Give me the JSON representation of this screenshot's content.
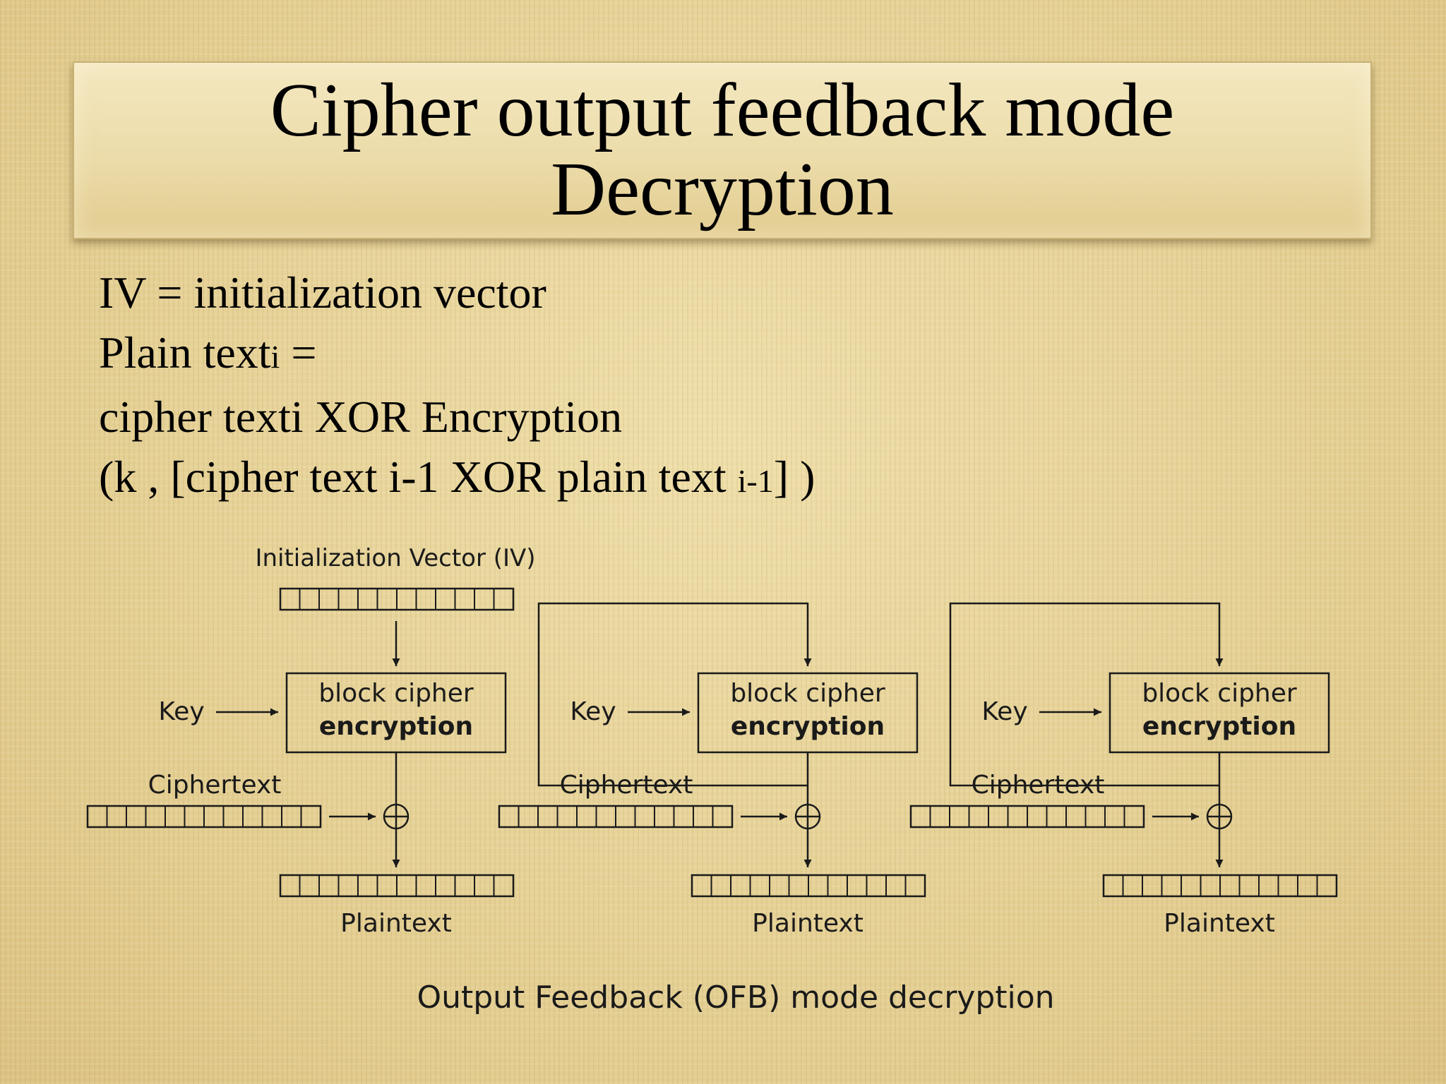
{
  "slide": {
    "title_line1": "Cipher output feedback mode",
    "title_line2": "Decryption",
    "body": {
      "line1": "IV = initialization vector",
      "line2_main": "Plain text",
      "line2_sub": "i",
      "line2_end": " =",
      "line3": "cipher texti XOR Encryption",
      "line4_main": " (k , [cipher text i-1 XOR plain text ",
      "line4_sub": "i-1",
      "line4_end": "] )"
    }
  },
  "diagram": {
    "iv_label": "Initialization Vector (IV)",
    "stages": [
      {
        "key_label": "Key",
        "block_line1": "block cipher",
        "block_line2": "encryption",
        "ciphertext_label": "Ciphertext",
        "plaintext_label": "Plaintext"
      },
      {
        "key_label": "Key",
        "block_line1": "block cipher",
        "block_line2": "encryption",
        "ciphertext_label": "Ciphertext",
        "plaintext_label": "Plaintext"
      },
      {
        "key_label": "Key",
        "block_line1": "block cipher",
        "block_line2": "encryption",
        "ciphertext_label": "Ciphertext",
        "plaintext_label": "Plaintext"
      }
    ],
    "caption": "Output Feedback (OFB) mode decryption"
  }
}
